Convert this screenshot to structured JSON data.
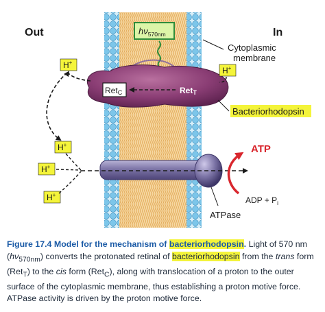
{
  "labels": {
    "out": "Out",
    "in": "In",
    "cytoplasmic_membrane_1": "Cytoplasmic",
    "cytoplasmic_membrane_2": "membrane",
    "photon_main": "hν",
    "photon_sub": "570nm",
    "ret_c_main": "Ret",
    "ret_c_sub": "C",
    "ret_t_main": "Ret",
    "ret_t_sub": "T",
    "proton": "H",
    "proton_charge": "+",
    "bacteriorhodopsin": "Bacteriorhodopsin",
    "atp": "ATP",
    "adp_main": "ADP + P",
    "adp_sub": "i",
    "atpase": "ATPase"
  },
  "caption": {
    "figure_label": "Figure 17.4",
    "title_prefix": "Model for the mechanism of",
    "title_highlight": "bacteriorhodopsin",
    "title_end": ".",
    "s1": "Light of 570 nm (",
    "s2_main": "hν",
    "s2_sub": "570nm",
    "s3": ") converts the protonated retinal of",
    "s4_highlight": "bacteriorhodopsin",
    "s5": "from the",
    "s6_italic": "trans",
    "s7": "form (Ret",
    "s7_sub": "T",
    "s8": ") to the",
    "s9_italic": "cis",
    "s10": "form (Ret",
    "s10_sub": "C",
    "s11": "), along with translocation of a proton to the outer surface of the cytoplasmic membrane, thus establishing a proton motive force. ATPase activity is driven by the proton motive force."
  },
  "colors": {
    "membrane_core": "#f3c98a",
    "head_blue": "#7cc6ea",
    "bacteriorhodopsin": "#8a3d74",
    "atpase": "#7c74a6",
    "atp_red": "#d9272e",
    "highlight_yellow": "#f4f43a",
    "caption_title_blue": "#1a5aa6",
    "photon_box_green": "#2f8c3a"
  }
}
